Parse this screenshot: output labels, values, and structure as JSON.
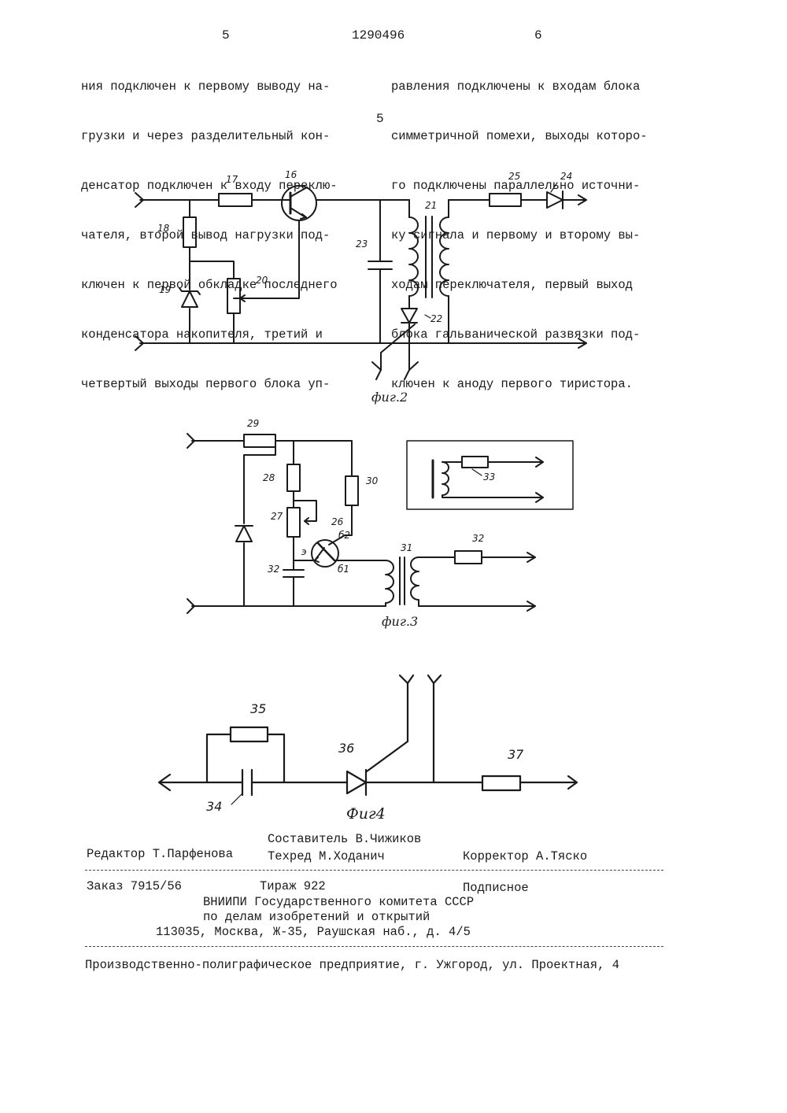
{
  "header": {
    "page_left": "5",
    "patent_number": "1290496",
    "page_right": "6",
    "line_marker": "5"
  },
  "column_left": [
    "ния подключен к первому выводу на-",
    "грузки и через разделительный кон-",
    "денсатор подключен к входу переклю-",
    "чателя, второй вывод нагрузки под-",
    "ключен к первой обкладке последнего",
    "конденсатора накопителя, третий и",
    "четвертый выходы первого блока уп-"
  ],
  "column_right": [
    "равления подключены к входам блока",
    "симметричной помехи, выходы которо-",
    "го подключены параллельно источни-",
    "ку сигнала и первому и второму вы-",
    "ходам переключателя, первый выход",
    "блока гальванической развязки под-",
    "ключен к аноду первого тиристора."
  ],
  "fig2": {
    "caption": "фиг.2",
    "labels": {
      "r17": "17",
      "t16": "16",
      "r18": "18",
      "d19": "19",
      "p20": "20",
      "tr21": "21",
      "th22": "22",
      "c23": "23",
      "d24": "24",
      "r25": "25"
    }
  },
  "fig3": {
    "caption": "фиг.3",
    "labels": {
      "r29": "29",
      "r28": "28",
      "r30": "30",
      "p27": "27",
      "t26": "26",
      "b2": "б2",
      "e": "э",
      "b1": "б1",
      "c32": "32",
      "tr31": "31",
      "r32": "32",
      "r33": "33"
    }
  },
  "fig4": {
    "caption": "Фиг4",
    "labels": {
      "r35": "35",
      "c34": "34",
      "th36": "36",
      "r37": "37"
    }
  },
  "footer": {
    "compiler": "Составитель В.Чижиков",
    "editor": "Редактор Т.Парфенова",
    "techred": "Техред М.Ходанич",
    "corrector": "Корректор А.Тяско",
    "order": "Заказ 7915/56",
    "circulation": "Тираж 922",
    "subscription": "Подписное",
    "org_line1": "ВНИИПИ Государственного комитета СССР",
    "org_line2": "по делам изобретений и открытий",
    "org_line3": "113035, Москва, Ж-35, Раушская наб., д. 4/5",
    "printer": "Производственно-полиграфическое предприятие, г. Ужгород, ул. Проектная, 4"
  }
}
